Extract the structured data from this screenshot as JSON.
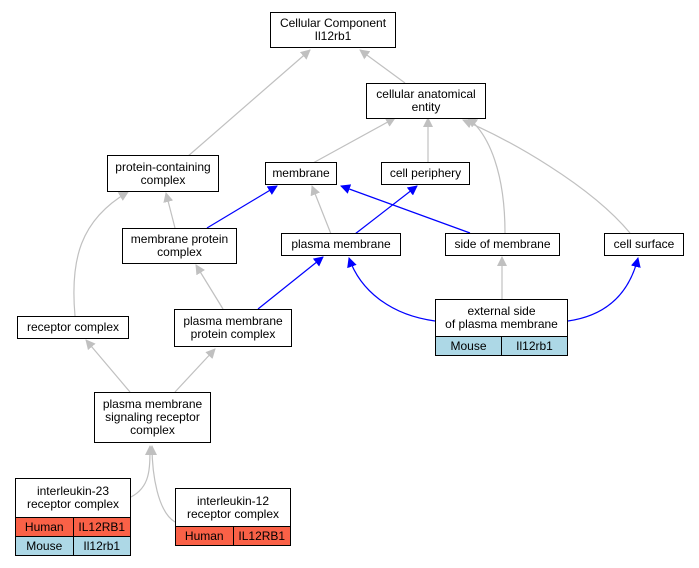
{
  "colors": {
    "inherit_edge": "#c0c0c0",
    "part_of_edge": "#0000ff",
    "human": "#fa6147",
    "mouse": "#add8e6"
  },
  "nodes": {
    "root": "Cellular Component\nIl12rb1",
    "cellular_anatomical_entity": "cellular anatomical\nentity",
    "protein_containing_complex": "protein-containing\ncomplex",
    "membrane": "membrane",
    "cell_periphery": "cell periphery",
    "membrane_protein_complex": "membrane protein\ncomplex",
    "plasma_membrane": "plasma membrane",
    "side_of_membrane": "side of membrane",
    "cell_surface": "cell surface",
    "receptor_complex": "receptor complex",
    "plasma_membrane_protein_complex": "plasma membrane\nprotein complex",
    "plasma_membrane_signaling_receptor_complex": "plasma membrane\nsignaling receptor\ncomplex"
  },
  "gene_nodes": {
    "external_side": {
      "title": "external side\nof plasma membrane",
      "rows": [
        {
          "species": "Mouse",
          "gene": "Il12rb1"
        }
      ]
    },
    "il23": {
      "title": "interleukin-23\nreceptor complex",
      "rows": [
        {
          "species": "Human",
          "gene": "IL12RB1"
        },
        {
          "species": "Mouse",
          "gene": "Il12rb1"
        }
      ]
    },
    "il12": {
      "title": "interleukin-12\nreceptor complex",
      "rows": [
        {
          "species": "Human",
          "gene": "IL12RB1"
        }
      ]
    }
  }
}
